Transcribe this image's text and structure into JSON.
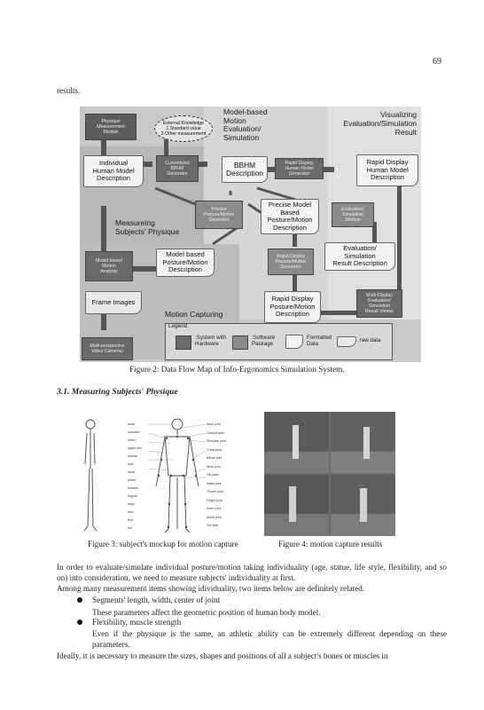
{
  "page": {
    "number": "69",
    "intro_word": "results."
  },
  "figure2": {
    "caption": "Figure 2: Data Flow Map of Info-Ergonomics Simulation System.",
    "zones": {
      "motion_eval": "Model-based\nMotion\nEvaluation/\nSimulation",
      "visualizing": "Visualizing\nEvaluation/Simulation\nResult",
      "measuring": "Measureing\nSubjects' Physique",
      "motion_capturing": "Motion Capturing"
    },
    "blocks": {
      "physique_module": "Physique\nMeasurement\nModule",
      "external_knowledge": "External Knowledge\n1.Standard value\n2.Other measurement",
      "customized_bbhm": "Customized\nBBHM\nGenerator",
      "rapid_display_gen": "Rapid Display\nHuman Model\nGenerator",
      "precise_gen": "Precise\nPosture/Motion\nGenerator",
      "eval_sim_module": "Evaluation/\nSimulation\nModule",
      "model_based_analysis": "Model based\nMotion\nAnalysis",
      "rapid_posture_gen": "Rapid Display\nPosture/Motion\nGenerator",
      "multi_display_viewer": "Multi-Display\nEvaluation/\nSimulation\nResult Viewer",
      "video_cameras": "Multi-perspective\nVideo Cameras"
    },
    "docs": {
      "individual_human": "Individual\nHuman Model\nDescription",
      "bbhm": "BBHM\nDescription",
      "rapid_human": "Rapid Display\nHuman Model\nDescription",
      "precise_model": "Precise Model\nBased\nPosture/Motion\nDescription",
      "eval_result": "Evaluation/\nSimulation\nResult Description",
      "model_based_posture": "Model based\nPosture/Motion\nDescription",
      "frame_images": "Frame Images",
      "rapid_posture": "Rapid Display\nPosture/Motion\nDescription"
    },
    "legend": {
      "title": "Legend",
      "system_hw": ":System with\nHardware",
      "software": ":Software\nPackage",
      "formatted": "Formatted\nData",
      "raw": ":raw data"
    }
  },
  "section": {
    "heading": "3.1. Measuring Subjects' Physique"
  },
  "figure3": {
    "caption": "Figure 3: subject's mockup for motion capture",
    "left_labels": [
      "head",
      "shoulder",
      "chest",
      "upper arm",
      "lumbar",
      "hips",
      "hand",
      "pelvis",
      "forearm",
      "fingers",
      "thigh",
      "shin",
      "foot",
      "toe"
    ],
    "right_labels": [
      "Neck joint",
      "Clavicle joint",
      "Shoulder joint",
      "Chest joint",
      "Elbow joint",
      "Wrist joint",
      "Hip joint",
      "Waist joint",
      "Thumb joint",
      "Finger joint",
      "Knee joint",
      "Ankle joint",
      "Toe joint"
    ]
  },
  "figure4": {
    "caption": "Figure 4: motion capture results"
  },
  "body": {
    "p1": "In order to evaluate/simulate individual posture/motion taking individuality (age, statue, life style, flexibility, and so on) into consideration, we need to measure subjects' individuality at first.",
    "p2": "Among many measurement items showing idividuality, two items below are definitely related.",
    "b1_title": "Segments' length, width, center of joint",
    "b1_text": "These parameters affect the geometric position of human body model.",
    "b2_title": "Flexibility, muscle strength",
    "b2_text": "Even if the physique is the same, an athletic ability can be extremely different depending on these parameters.",
    "p3": "Ideally, it is necessary to measure the sizes, shapes and positions of all a subject's bones or muscles in"
  },
  "colors": {
    "fig_bg": "#c9c9c9",
    "block_dark": "#6a6a6a",
    "doc_light": "#f2f2f2"
  }
}
